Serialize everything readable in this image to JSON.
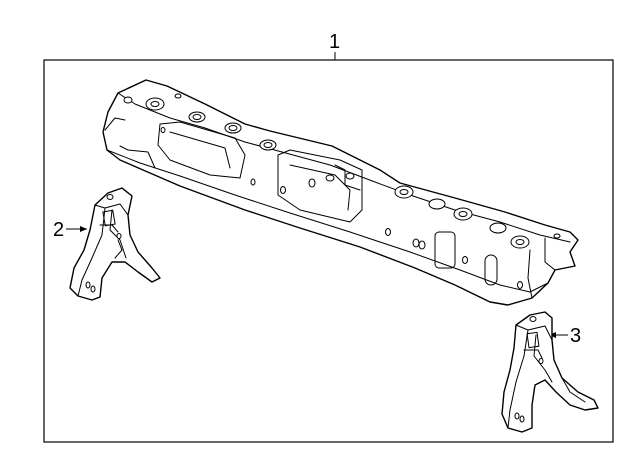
{
  "diagram": {
    "colors": {
      "line": "#000000",
      "background": "#ffffff"
    },
    "callouts": [
      {
        "id": "1",
        "label": "1"
      },
      {
        "id": "2",
        "label": "2"
      },
      {
        "id": "3",
        "label": "3"
      }
    ]
  }
}
